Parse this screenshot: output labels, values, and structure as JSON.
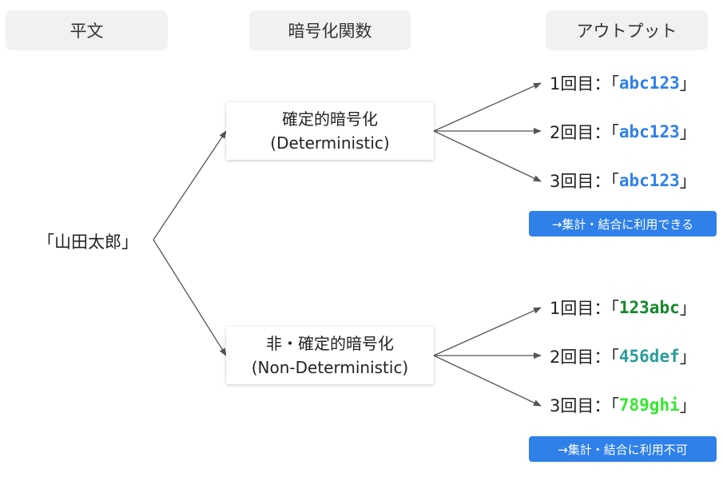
{
  "headers": {
    "plaintext": "平文",
    "function": "暗号化関数",
    "output": "アウトプット"
  },
  "input": "「山田太郎」",
  "deterministic": {
    "title": "確定的暗号化",
    "subtitle": "(Deterministic)",
    "outputs": [
      {
        "prefix": "1回目：「",
        "value": "abc123",
        "suffix": "」",
        "color": "#2f80e8"
      },
      {
        "prefix": "2回目：「",
        "value": "abc123",
        "suffix": "」",
        "color": "#2f80e8"
      },
      {
        "prefix": "3回目：「",
        "value": "abc123",
        "suffix": "」",
        "color": "#2f80e8"
      }
    ],
    "note": "→集計・結合に利用できる"
  },
  "non_deterministic": {
    "title": "非・確定的暗号化",
    "subtitle": "(Non-Deterministic)",
    "outputs": [
      {
        "prefix": "1回目：「",
        "value": "123abc",
        "suffix": "」",
        "color": "#14882a"
      },
      {
        "prefix": "2回目：「",
        "value": "456def",
        "suffix": "」",
        "color": "#2a9d9a"
      },
      {
        "prefix": "3回目：「",
        "value": "789ghi",
        "suffix": "」",
        "color": "#33e82e"
      }
    ],
    "note": "→集計・結合に利用不可"
  },
  "colors": {
    "arrow": "#555555",
    "note_bg": "#2f80e8",
    "header_bg": "#f1f1f1"
  }
}
